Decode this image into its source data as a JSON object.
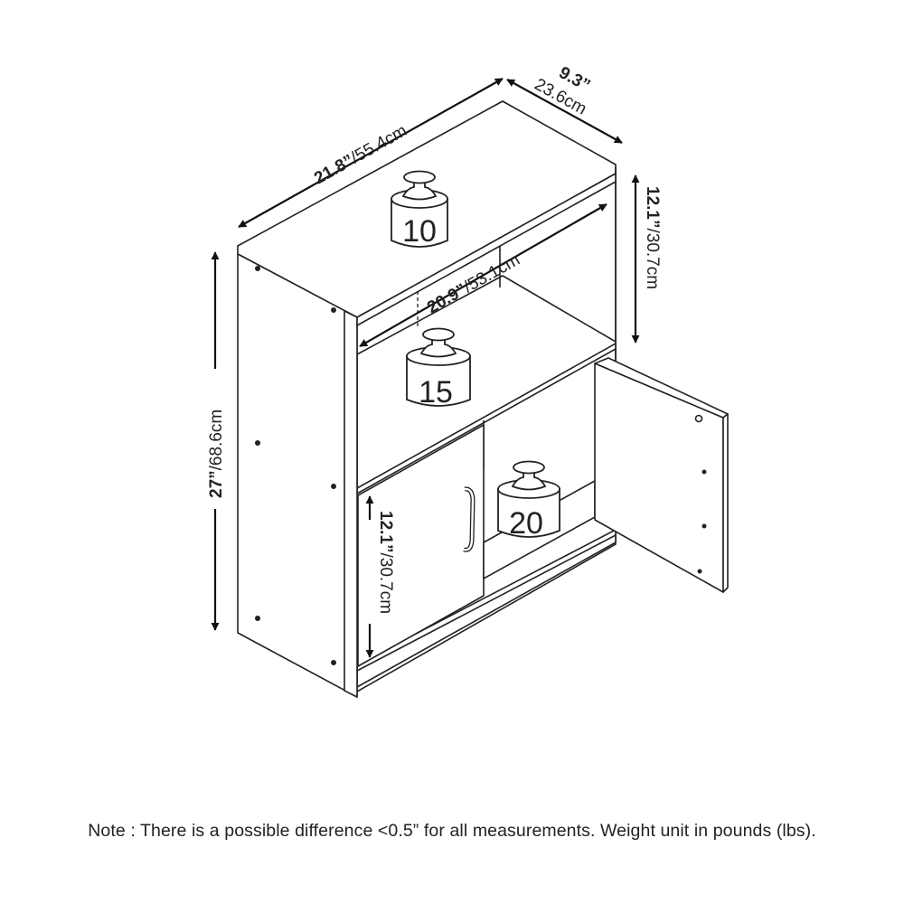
{
  "dimensions": {
    "width": {
      "inches": "21.8”",
      "cm": "/55.4cm"
    },
    "depth": {
      "inches": "9.3”",
      "cm": "23.6cm"
    },
    "height": {
      "inches": "27”",
      "cm": "/68.6cm"
    },
    "inner_width": {
      "inches": "20.9”",
      "cm": "/53.1cm"
    },
    "upper_shelf_height": {
      "inches": "12.1”",
      "cm": "/30.7cm"
    },
    "lower_shelf_height": {
      "inches": "12.1”",
      "cm": "/30.7cm"
    }
  },
  "weights": {
    "top": "10",
    "middle": "15",
    "bottom": "20"
  },
  "note": "Note : There is a possible difference <0.5” for all measurements. Weight unit in pounds (lbs)."
}
